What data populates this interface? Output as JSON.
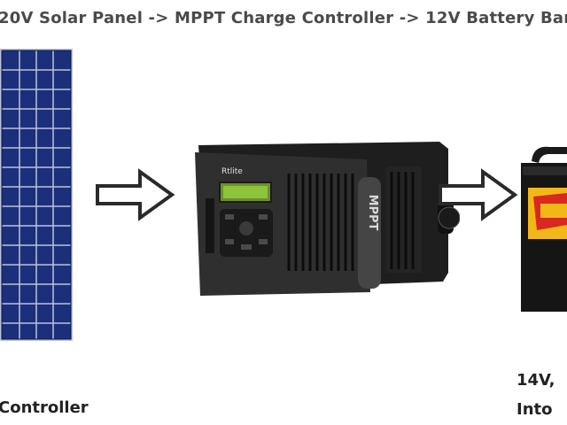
{
  "title": "20V Solar Panel -> MPPT Charge Controller -> 12V Battery Ban",
  "controller": {
    "label": "MPPT",
    "brand": "Rtlite"
  },
  "captions": {
    "left": "Controller",
    "right_line1": "14V,",
    "right_line2": "Into"
  },
  "colors": {
    "panel_cell": "#1c2f7a",
    "panel_grid": "#b9c3dc",
    "controller_body": "#2b2b2b",
    "lcd": "#8cc43c",
    "battery_label": "#f2b818"
  },
  "icons": {
    "arrow": "outline-right-arrow"
  }
}
